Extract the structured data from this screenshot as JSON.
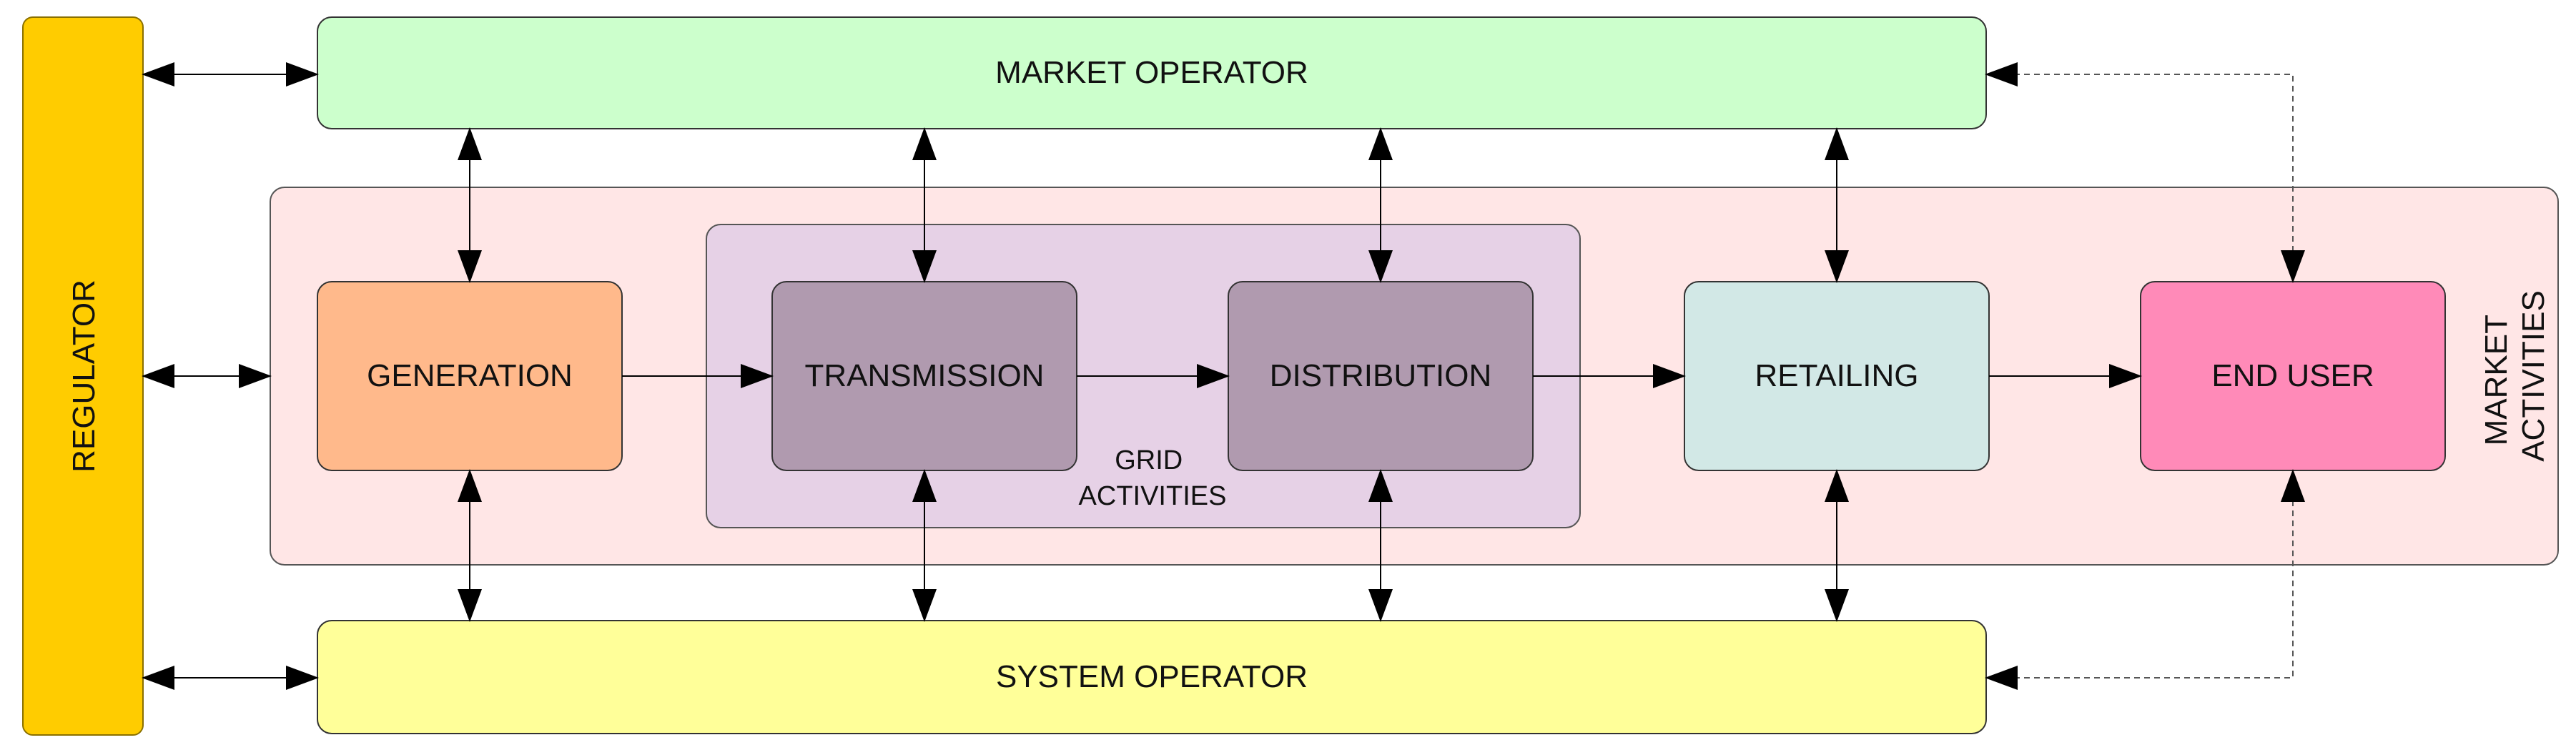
{
  "diagram": {
    "regulator": {
      "label": "REGULATOR",
      "color": "#FFCC00"
    },
    "market_operator": {
      "label": "MARKET OPERATOR",
      "color": "#CCFFCC"
    },
    "system_operator": {
      "label": "SYSTEM OPERATOR",
      "color": "#FFFF99"
    },
    "market_activities": {
      "line1": "MARKET",
      "line2": "ACTIVITIES",
      "color": "#FFE6E6"
    },
    "grid_activities": {
      "line1": "GRID",
      "line2": "ACTIVITIES",
      "color": "#E6D1E6"
    },
    "nodes": {
      "generation": {
        "label": "GENERATION",
        "color": "#FFB98B"
      },
      "transmission": {
        "label": "TRANSMISSION",
        "color": "#B09AAF"
      },
      "distribution": {
        "label": "DISTRIBUTION",
        "color": "#B09AAF"
      },
      "retailing": {
        "label": "RETAILING",
        "color": "#D2E8E6"
      },
      "end_user": {
        "label": "END USER",
        "color": "#FF8AB8"
      }
    }
  }
}
